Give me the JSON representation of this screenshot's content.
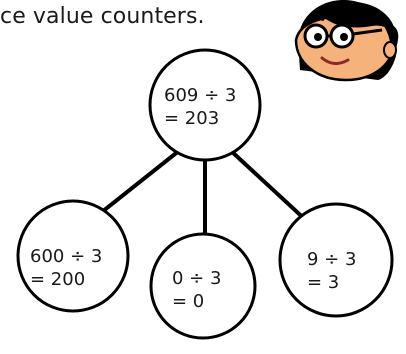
{
  "caption": "ce value counters.",
  "tree": {
    "root": {
      "line1": "609 ÷ 3",
      "line2": "= 203"
    },
    "children": [
      {
        "line1": "600 ÷ 3",
        "line2": "= 200"
      },
      {
        "line1": "0 ÷ 3",
        "line2": "= 0"
      },
      {
        "line1": "9 ÷ 3",
        "line2": "= 3"
      }
    ]
  },
  "colors": {
    "stroke": "#000000",
    "text": "#1a1a1a",
    "face_skin": "#f5b27a",
    "hair": "#000000",
    "glasses": "#000000",
    "mouth": "#8a2a2a"
  }
}
